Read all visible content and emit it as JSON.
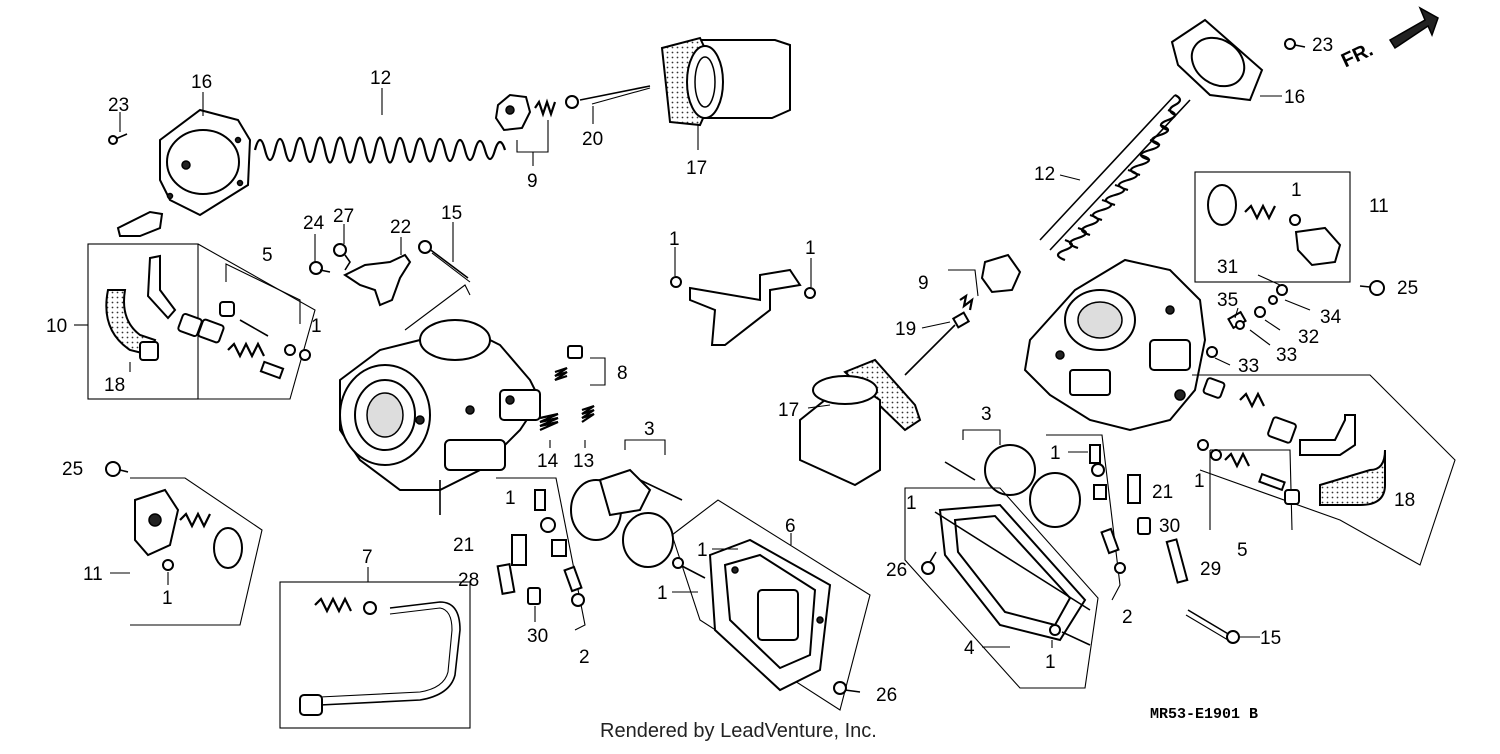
{
  "diagram": {
    "footer_text": "Rendered by LeadVenture, Inc.",
    "diagram_code": "MR53-E1901 B",
    "front_arrow_label": "FR.",
    "callouts": [
      {
        "id": "c1",
        "num": "23"
      },
      {
        "id": "c2",
        "num": "16"
      },
      {
        "id": "c3",
        "num": "12"
      },
      {
        "id": "c4",
        "num": "9"
      },
      {
        "id": "c5",
        "num": "20"
      },
      {
        "id": "c6",
        "num": "17"
      },
      {
        "id": "c7",
        "num": "24"
      },
      {
        "id": "c8",
        "num": "27"
      },
      {
        "id": "c9",
        "num": "22"
      },
      {
        "id": "c10",
        "num": "15"
      },
      {
        "id": "c11",
        "num": "5"
      },
      {
        "id": "c12",
        "num": "10"
      },
      {
        "id": "c13",
        "num": "1"
      },
      {
        "id": "c14",
        "num": "18"
      },
      {
        "id": "c15",
        "num": "8"
      },
      {
        "id": "c16",
        "num": "14"
      },
      {
        "id": "c17",
        "num": "13"
      },
      {
        "id": "c18",
        "num": "3"
      },
      {
        "id": "c19",
        "num": "25"
      },
      {
        "id": "c20",
        "num": "11"
      },
      {
        "id": "c21",
        "num": "1"
      },
      {
        "id": "c22",
        "num": "7"
      },
      {
        "id": "c23",
        "num": "1"
      },
      {
        "id": "c24",
        "num": "21"
      },
      {
        "id": "c25",
        "num": "28"
      },
      {
        "id": "c26",
        "num": "30"
      },
      {
        "id": "c27",
        "num": "2"
      },
      {
        "id": "c28",
        "num": "6"
      },
      {
        "id": "c29",
        "num": "1"
      },
      {
        "id": "c30",
        "num": "1"
      },
      {
        "id": "c31",
        "num": "26"
      },
      {
        "id": "c32",
        "num": "1"
      },
      {
        "id": "c33",
        "num": "1"
      },
      {
        "id": "c34",
        "num": "23"
      },
      {
        "id": "c35",
        "num": "16"
      },
      {
        "id": "c36",
        "num": "12"
      },
      {
        "id": "c37",
        "num": "11"
      },
      {
        "id": "c38",
        "num": "1"
      },
      {
        "id": "c39",
        "num": "9"
      },
      {
        "id": "c40",
        "num": "31"
      },
      {
        "id": "c41",
        "num": "25"
      },
      {
        "id": "c42",
        "num": "35"
      },
      {
        "id": "c43",
        "num": "34"
      },
      {
        "id": "c44",
        "num": "19"
      },
      {
        "id": "c45",
        "num": "32"
      },
      {
        "id": "c46",
        "num": "33"
      },
      {
        "id": "c47",
        "num": "33"
      },
      {
        "id": "c48",
        "num": "17"
      },
      {
        "id": "c49",
        "num": "3"
      },
      {
        "id": "c50",
        "num": "1"
      },
      {
        "id": "c51",
        "num": "21"
      },
      {
        "id": "c52",
        "num": "1"
      },
      {
        "id": "c53",
        "num": "30"
      },
      {
        "id": "c54",
        "num": "18"
      },
      {
        "id": "c55",
        "num": "1"
      },
      {
        "id": "c56",
        "num": "5"
      },
      {
        "id": "c57",
        "num": "26"
      },
      {
        "id": "c58",
        "num": "29"
      },
      {
        "id": "c59",
        "num": "2"
      },
      {
        "id": "c60",
        "num": "15"
      },
      {
        "id": "c61",
        "num": "4"
      },
      {
        "id": "c62",
        "num": "1"
      }
    ]
  }
}
